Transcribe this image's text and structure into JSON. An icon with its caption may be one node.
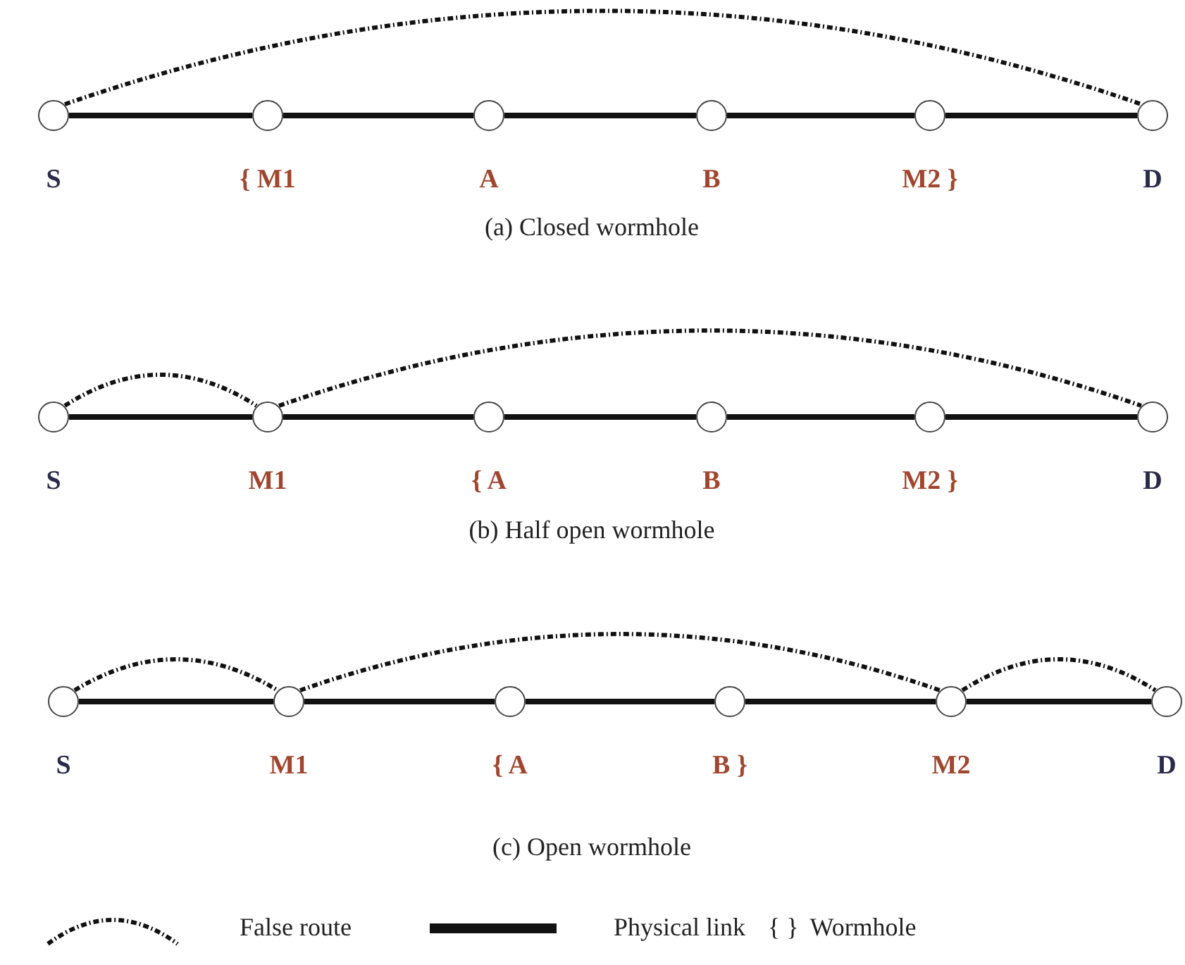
{
  "diagram": {
    "nodes": [
      {
        "text": [],
        "shape": "circle",
        "beside": [
          "S"
        ]
      },
      {
        "text": [],
        "shape": "circle",
        "beside": [
          "{ M1"
        ]
      },
      {
        "text": [],
        "shape": "circle",
        "beside": [
          "A"
        ]
      },
      {
        "text": [],
        "shape": "circle",
        "beside": [
          "B"
        ]
      },
      {
        "text": [],
        "shape": "circle",
        "beside": [
          "M2 }"
        ]
      },
      {
        "text": [],
        "shape": "circle",
        "beside": [
          "D"
        ]
      },
      {
        "text": [],
        "shape": "circle",
        "beside": [
          "S"
        ]
      },
      {
        "text": [],
        "shape": "circle",
        "beside": [
          "M1"
        ]
      },
      {
        "text": [],
        "shape": "circle",
        "beside": [
          "{ A"
        ]
      },
      {
        "text": [],
        "shape": "circle",
        "beside": [
          "B"
        ]
      },
      {
        "text": [],
        "shape": "circle",
        "beside": [
          "M2 }"
        ]
      },
      {
        "text": [],
        "shape": "circle",
        "beside": [
          "D"
        ]
      },
      {
        "text": [],
        "shape": "circle",
        "beside": [
          "S"
        ]
      },
      {
        "text": [],
        "shape": "circle",
        "beside": [
          "M1"
        ]
      },
      {
        "text": [],
        "shape": "circle",
        "beside": [
          "{ A"
        ]
      },
      {
        "text": [],
        "shape": "circle",
        "beside": [
          "B }"
        ]
      },
      {
        "text": [],
        "shape": "circle",
        "beside": [
          "M2"
        ]
      },
      {
        "text": [],
        "shape": "circle",
        "beside": [
          "D"
        ]
      }
    ],
    "edges": [
      {
        "from": 0,
        "to": 1,
        "arrow": "none"
      },
      {
        "from": 1,
        "to": 2,
        "arrow": "none"
      },
      {
        "from": 2,
        "to": 3,
        "arrow": "none"
      },
      {
        "from": 3,
        "to": 4,
        "arrow": "none"
      },
      {
        "from": 4,
        "to": 5,
        "arrow": "none"
      },
      {
        "from": 0,
        "to": 5,
        "arrow": "none",
        "style": "dashed"
      },
      {
        "from": 6,
        "to": 7,
        "arrow": "none"
      },
      {
        "from": 7,
        "to": 8,
        "arrow": "none"
      },
      {
        "from": 8,
        "to": 9,
        "arrow": "none"
      },
      {
        "from": 9,
        "to": 10,
        "arrow": "none"
      },
      {
        "from": 10,
        "to": 11,
        "arrow": "none"
      },
      {
        "from": 6,
        "to": 7,
        "arrow": "none",
        "style": "dashed"
      },
      {
        "from": 7,
        "to": 11,
        "arrow": "none",
        "style": "dashed"
      },
      {
        "from": 12,
        "to": 13,
        "arrow": "none"
      },
      {
        "from": 13,
        "to": 14,
        "arrow": "none"
      },
      {
        "from": 14,
        "to": 15,
        "arrow": "none"
      },
      {
        "from": 15,
        "to": 16,
        "arrow": "none"
      },
      {
        "from": 16,
        "to": 17,
        "arrow": "none"
      },
      {
        "from": 12,
        "to": 13,
        "arrow": "none",
        "style": "dashed"
      },
      {
        "from": 13,
        "to": 16,
        "arrow": "none",
        "style": "dashed"
      },
      {
        "from": 16,
        "to": 17,
        "arrow": "none",
        "style": "dashed"
      }
    ],
    "labels": [
      "(a) Closed wormhole",
      "(b) Half open wormhole",
      "(c) Open wormhole",
      "{ }"
    ],
    "legend": [
      {
        "text": "False route"
      },
      {
        "text": "Physical link"
      },
      {
        "text": "Wormhole"
      }
    ]
  }
}
